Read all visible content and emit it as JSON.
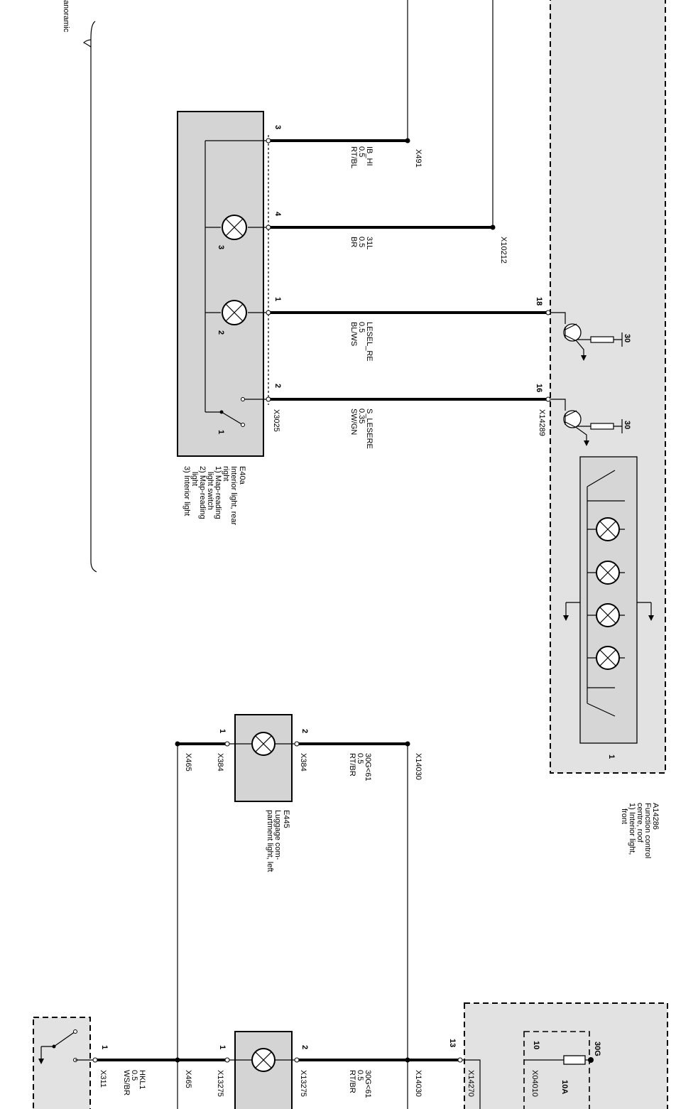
{
  "top_label": "anoramic",
  "e40a": {
    "connector": "X3025",
    "pins": [
      "3",
      "4",
      "1",
      "2"
    ],
    "lamp_labels": [
      "3",
      "2"
    ],
    "switch_label": "1",
    "desc": [
      "E40a",
      "Interior light, rear",
      "right",
      "1) Map-reading",
      "light switch",
      "2) Map-reading",
      "light",
      "3) Interior light"
    ]
  },
  "wires_top": [
    {
      "signal": "IB_HI",
      "size": "0.5",
      "color": "RT/BL",
      "splice": "X491"
    },
    {
      "signal": "31L",
      "size": "0.5",
      "color": "BR",
      "splice": "X10212"
    },
    {
      "signal": "LESEL_RE",
      "size": "0.5",
      "color": "BL/WS",
      "pin": "18"
    },
    {
      "signal": "S_LESERE",
      "size": "0.35",
      "color": "SW/GN",
      "pin": "16",
      "connector": "X14289"
    }
  ],
  "a14286": {
    "supply": "30",
    "sub_label": "1",
    "desc": [
      "A14286",
      "Function control",
      "centre, roof",
      "1) Interior light,",
      "front"
    ]
  },
  "e445": {
    "connector": "X384",
    "pins": [
      "1",
      "2"
    ],
    "splice_left": "X465",
    "wire": {
      "signal": "30G<61",
      "size": "0.5",
      "color": "RT/BR",
      "splice": "X14030"
    },
    "desc": [
      "E445",
      "Luggage com-",
      "partment light, left"
    ]
  },
  "bottom": {
    "left_pin": "1",
    "left_connector": "X311",
    "left_wire": {
      "signal": "HKL1",
      "size": "0.5",
      "color": "WS/BR"
    },
    "splice_left": "X465",
    "lamp_connector": "X13275",
    "lamp_pins": [
      "1",
      "2"
    ],
    "wire": {
      "signal": "30G<61",
      "size": "0.5",
      "color": "RT/BR",
      "splice": "X14030"
    },
    "right_pin": "13",
    "right_connector": "X14270",
    "fuse_pin": "10",
    "fuse_connector": "X04010",
    "fuse_supply": "30G",
    "fuse_rating": "10A"
  }
}
